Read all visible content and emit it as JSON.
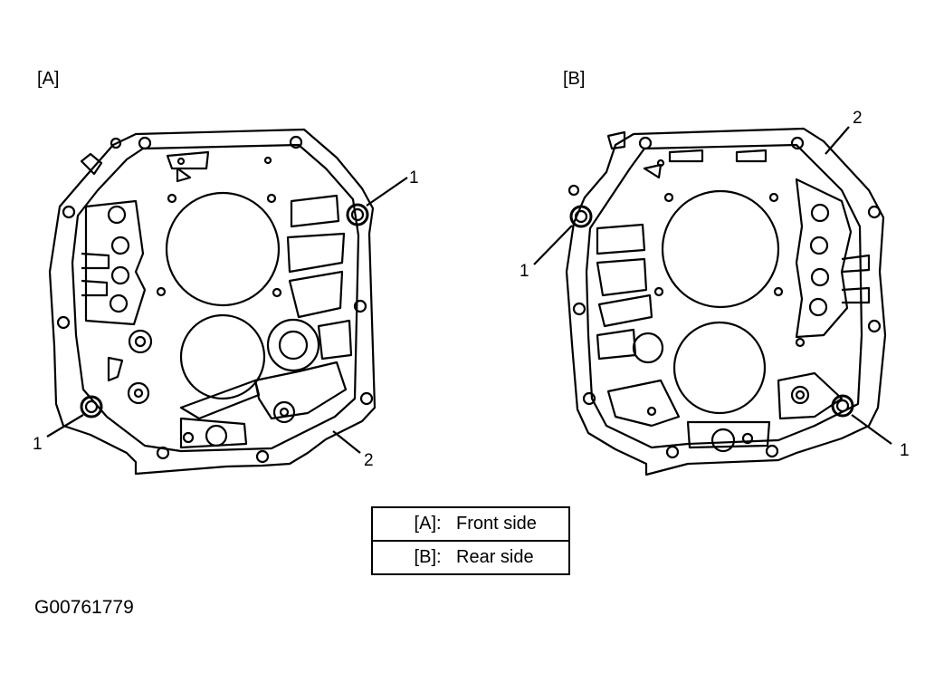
{
  "panels": [
    {
      "label": "[A]",
      "callout_bolt_top": "1",
      "callout_bolt_bottom": "1",
      "callout_gasket": "2"
    },
    {
      "label": "[B]",
      "callout_bolt_top": "1",
      "callout_bolt_bottom": "1",
      "callout_gasket": "2"
    }
  ],
  "legend": [
    {
      "key": "[A]",
      "sep": ":",
      "value": "Front side"
    },
    {
      "key": "[B]",
      "sep": ":",
      "value": "Rear side"
    }
  ],
  "figure_id": "G00761779"
}
